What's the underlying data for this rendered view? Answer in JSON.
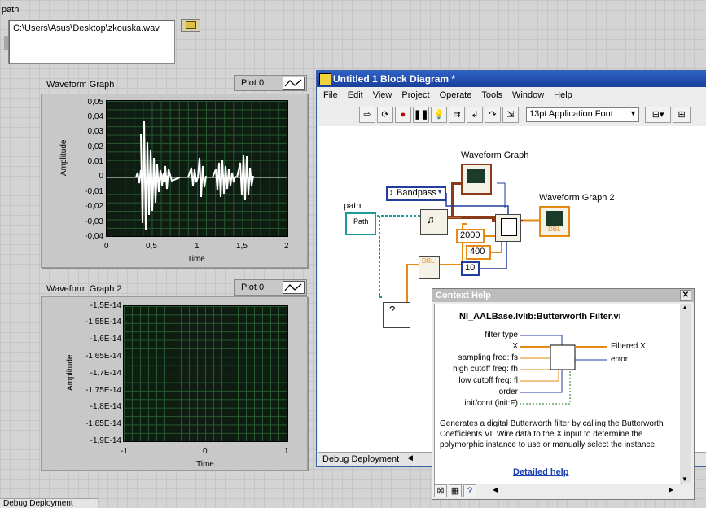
{
  "front_panel": {
    "path_label": "path",
    "path_value": "C:\\Users\\Asus\\Desktop\\zkouska.wav",
    "graph1": {
      "title": "Waveform Graph",
      "plot_legend": "Plot 0",
      "ylabel": "Amplitude",
      "xlabel": "Time",
      "yticks": [
        "0,05",
        "0,04",
        "0,03",
        "0,02",
        "0,01",
        "0",
        "-0,01",
        "-0,02",
        "-0,03",
        "-0,04"
      ],
      "xticks": [
        "0",
        "0,5",
        "1",
        "1,5",
        "2"
      ]
    },
    "graph2": {
      "title": "Waveform Graph 2",
      "plot_legend": "Plot 0",
      "ylabel": "Amplitude",
      "xlabel": "Time",
      "yticks": [
        "-1,5E-14",
        "-1,55E-14",
        "-1,6E-14",
        "-1,65E-14",
        "-1,7E-14",
        "-1,75E-14",
        "-1,8E-14",
        "-1,85E-14",
        "-1,9E-14"
      ],
      "xticks": [
        "-1",
        "0",
        "1"
      ]
    },
    "status": "Debug Deployment"
  },
  "block_diagram": {
    "title": "Untitled 1 Block Diagram *",
    "menu": [
      "File",
      "Edit",
      "View",
      "Project",
      "Operate",
      "Tools",
      "Window",
      "Help"
    ],
    "font_select": "13pt Application Font",
    "labels": {
      "path": "path",
      "path_terminal": "Path",
      "waveform_graph": "Waveform Graph",
      "waveform_graph2": "Waveform Graph 2",
      "bandpass": "Bandpass",
      "c2000": "2000",
      "c400": "400",
      "c10": "10",
      "dbl": "DBL"
    },
    "status": "Debug Deployment"
  },
  "context_help": {
    "title": "Context Help",
    "vi_name": "NI_AALBase.lvlib:Butterworth Filter.vi",
    "inputs": [
      "filter type",
      "X",
      "sampling freq: fs",
      "high cutoff freq: fh",
      "low cutoff freq: fl",
      "order",
      "init/cont (init:F)"
    ],
    "outputs": [
      "Filtered X",
      "error"
    ],
    "description": "Generates a digital Butterworth filter by calling the Butterworth Coefficients VI. Wire data to the X input to determine the polymorphic instance to use or manually select the instance.",
    "link": "Detailed help"
  }
}
